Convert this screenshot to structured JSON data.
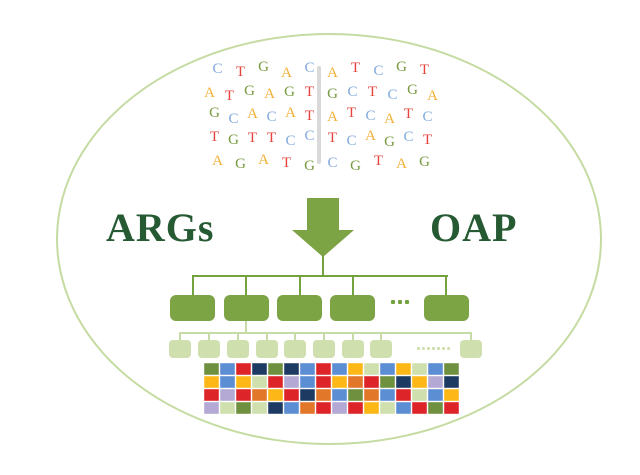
{
  "figure": {
    "background": "#ffffff",
    "ellipse_color": "#c5dba2",
    "args_label": "ARGs",
    "oap_label": "OAP",
    "label_color": "#265a33",
    "arrow_color": "#7ca445",
    "line_color": "#74a23f",
    "level1_box_color": "#7ca445",
    "level2_box_color": "#cfe0ae",
    "level2_line_color": "#c6dba6",
    "divider_color": "#d9d9d9",
    "level1_box_count": 5,
    "level2_box_count": 9,
    "level1_dot_count": 3,
    "level2_dot_count": 7
  },
  "dna": {
    "base_colors": {
      "A": "#f2b138",
      "T": "#e5433c",
      "G": "#789a40",
      "C": "#82aadd"
    },
    "rows": [
      {
        "left": [
          "C",
          "T",
          "G",
          "A",
          "C"
        ],
        "right": [
          "A",
          "T",
          "C",
          "G",
          "T"
        ]
      },
      {
        "left": [
          "A",
          "T",
          "G",
          "A",
          "G",
          "T"
        ],
        "right": [
          "G",
          "C",
          "T",
          "C",
          "G",
          "A"
        ]
      },
      {
        "left": [
          "G",
          "C",
          "A",
          "C",
          "A",
          "T"
        ],
        "right": [
          "A",
          "T",
          "C",
          "A",
          "T",
          "C"
        ]
      },
      {
        "left": [
          "T",
          "G",
          "T",
          "T",
          "C",
          "C"
        ],
        "right": [
          "T",
          "C",
          "A",
          "G",
          "C",
          "T"
        ]
      },
      {
        "left": [
          "A",
          "G",
          "A",
          "T",
          "G"
        ],
        "right": [
          "C",
          "G",
          "T",
          "A",
          "G"
        ]
      }
    ]
  },
  "heatmap": {
    "palette": {
      "O": "#6f913f",
      "B": "#5b8ed2",
      "R": "#dd2428",
      "N": "#1d3a63",
      "Y": "#fdb817",
      "L": "#cfe0ae",
      "G": "#e2772a",
      "V": "#b3a9d4"
    },
    "rows": [
      [
        "O",
        "B",
        "R",
        "N",
        "O",
        "N",
        "B",
        "R",
        "B",
        "Y",
        "L",
        "B",
        "Y",
        "L",
        "B",
        "O"
      ],
      [
        "Y",
        "B",
        "Y",
        "L",
        "R",
        "V",
        "B",
        "R",
        "Y",
        "G",
        "R",
        "O",
        "N",
        "Y",
        "V",
        "N"
      ],
      [
        "R",
        "V",
        "R",
        "G",
        "Y",
        "R",
        "N",
        "G",
        "B",
        "O",
        "G",
        "B",
        "R",
        "L",
        "B",
        "Y"
      ],
      [
        "V",
        "L",
        "O",
        "L",
        "N",
        "B",
        "G",
        "R",
        "V",
        "R",
        "Y",
        "L",
        "B",
        "R",
        "O",
        "R"
      ]
    ]
  }
}
